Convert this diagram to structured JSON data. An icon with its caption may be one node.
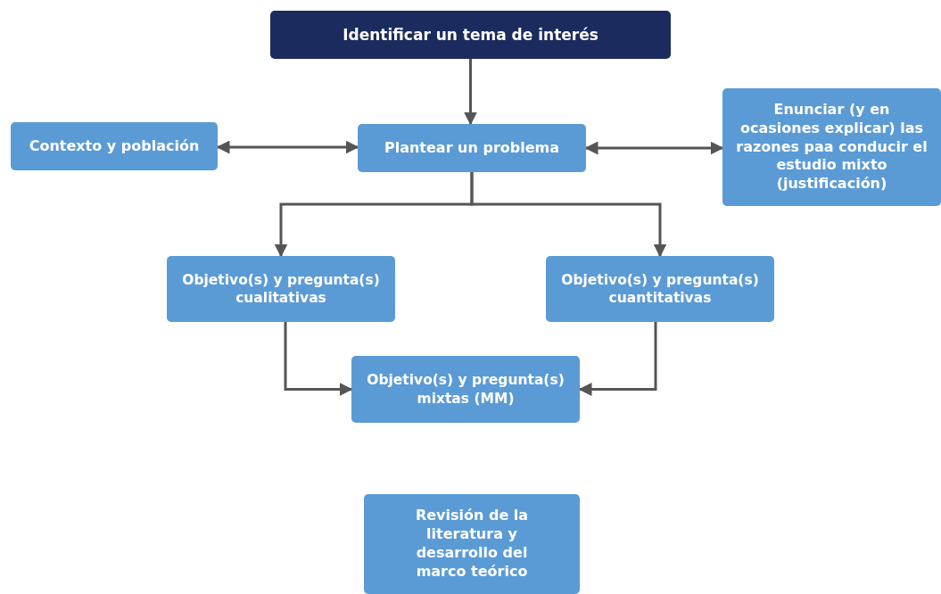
{
  "diagram": {
    "nodes": [
      {
        "text": [
          "Identificar un tema de interés"
        ]
      },
      {
        "text": [
          "Contexto y población"
        ]
      },
      {
        "text": [
          "Plantear un problema"
        ]
      },
      {
        "text": [
          "Enunciar (y en ocasiones explicar) las razones paa conducir el estudio mixto (justificación)"
        ]
      },
      {
        "text": [
          "Objetivo(s) y pregunta(s) cualitativas"
        ]
      },
      {
        "text": [
          "Objetivo(s) y pregunta(s) cuantitativas"
        ]
      },
      {
        "text": [
          "Objetivo(s) y pregunta(s) mixtas (MM)"
        ]
      },
      {
        "text": [
          "Revisión de la literatura y desarrollo del marco teórico"
        ]
      }
    ],
    "edges": [
      {
        "from": 0,
        "to": 2,
        "arrow": "to"
      },
      {
        "from": 1,
        "to": 2,
        "arrow": "both"
      },
      {
        "from": 2,
        "to": 3,
        "arrow": "both"
      },
      {
        "from": 2,
        "to": 4,
        "arrow": "to"
      },
      {
        "from": 2,
        "to": 5,
        "arrow": "to"
      },
      {
        "from": 4,
        "to": 6,
        "arrow": "to"
      },
      {
        "from": 5,
        "to": 6,
        "arrow": "to"
      }
    ]
  }
}
